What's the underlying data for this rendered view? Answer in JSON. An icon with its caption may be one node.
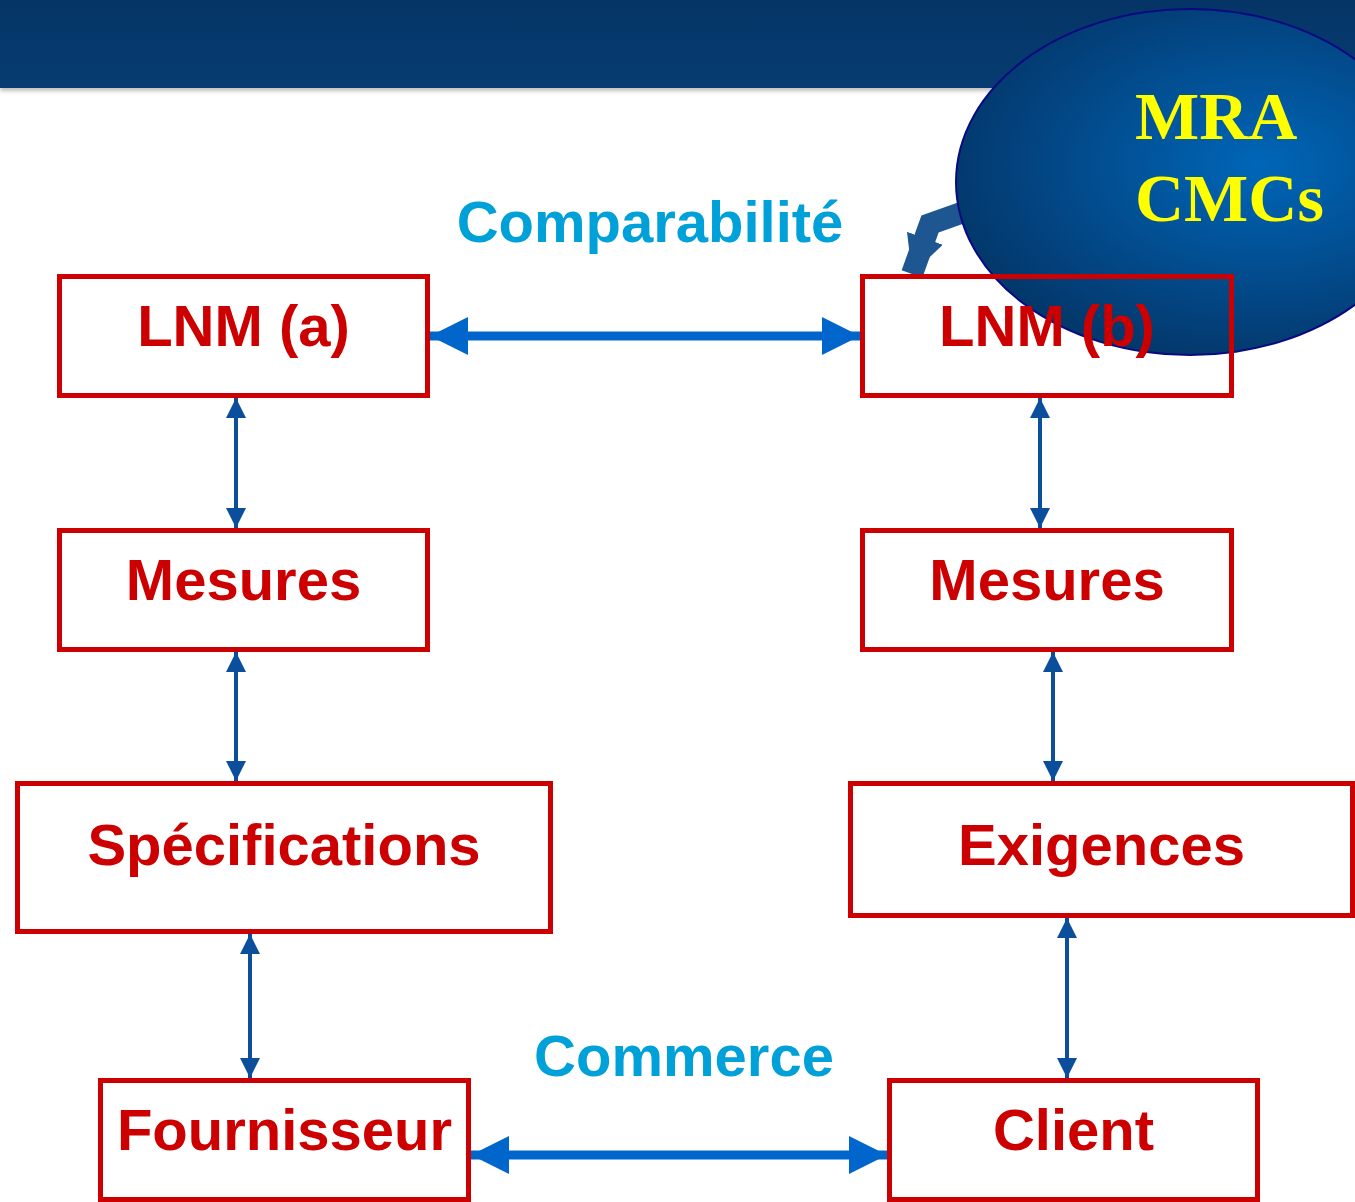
{
  "diagram": {
    "nodes": [
      {
        "text": [
          "LNM (a)"
        ]
      },
      {
        "text": [
          "LNM (b)"
        ]
      },
      {
        "text": [
          "Mesures"
        ]
      },
      {
        "text": [
          "Mesures"
        ]
      },
      {
        "text": [
          "Spécifications"
        ]
      },
      {
        "text": [
          "Exigences"
        ]
      },
      {
        "text": [
          "Fournisseur"
        ]
      },
      {
        "text": [
          "Client"
        ]
      },
      {
        "text": [
          "MRA",
          "CMCs"
        ]
      }
    ],
    "edges": [
      {
        "from": 0,
        "to": 1,
        "arrow": "both",
        "label": "Comparabilité",
        "style": "thick",
        "color": "#0066cc"
      },
      {
        "from": 0,
        "to": 2,
        "arrow": "both"
      },
      {
        "from": 1,
        "to": 3,
        "arrow": "both"
      },
      {
        "from": 2,
        "to": 4,
        "arrow": "both"
      },
      {
        "from": 3,
        "to": 5,
        "arrow": "both"
      },
      {
        "from": 4,
        "to": 6,
        "arrow": "both"
      },
      {
        "from": 5,
        "to": 7,
        "arrow": "both"
      },
      {
        "from": 6,
        "to": 7,
        "arrow": "both",
        "label": "Commerce",
        "style": "thick",
        "color": "#0066cc"
      },
      {
        "from": 8,
        "to": 1,
        "arrow": "to",
        "style": "thick",
        "color": "#1d5690"
      }
    ]
  }
}
